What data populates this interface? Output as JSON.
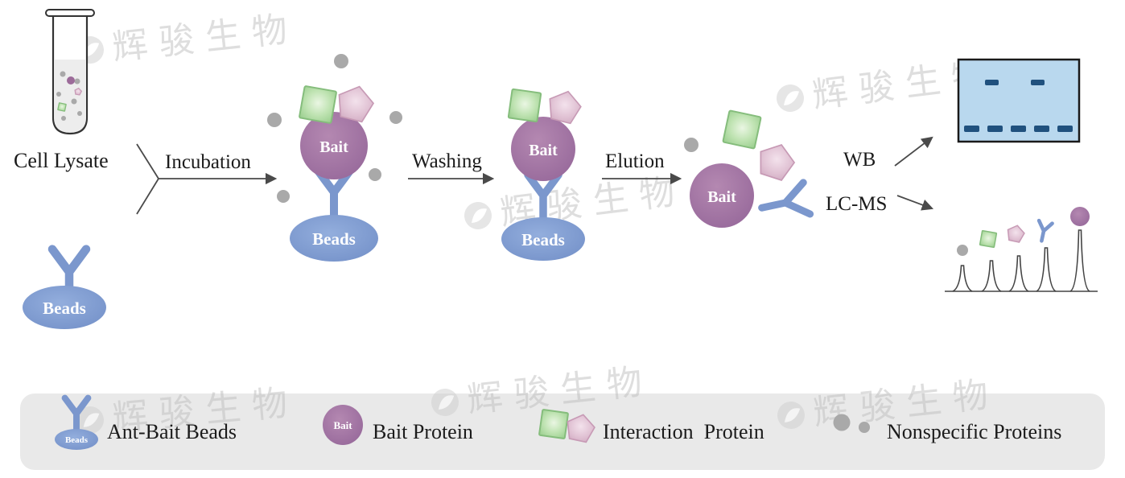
{
  "labels": {
    "cell_lysate": "Cell Lysate",
    "incubation": "Incubation",
    "washing": "Washing",
    "elution": "Elution",
    "wb": "WB",
    "lc_ms": "LC-MS",
    "bait": "Bait",
    "beads": "Beads"
  },
  "legend": {
    "items": [
      {
        "icon": "antibody-beads-icon",
        "label": "Ant-Bait Beads"
      },
      {
        "icon": "bait-protein-icon",
        "label": "Bait Protein"
      },
      {
        "icon": "interaction-protein-icon",
        "label": "Interaction  Protein"
      },
      {
        "icon": "nonspecific-proteins-icon",
        "label": "Nonspecific Proteins"
      }
    ]
  },
  "watermark": {
    "logo": "huijun-biotech-logo",
    "text": "辉骏生物"
  },
  "colors": {
    "antibody_beads_blue": "#7b97cd",
    "bait_purple": "#9c6b99",
    "interaction_green": "#a9d59c",
    "interaction_pink": "#d9b9cb",
    "nonspecific_gray": "#a9a9a9",
    "gel_fill": "#b9d8ee",
    "gel_band_blue": "#20517e",
    "legend_background": "#e9e9e9",
    "arrow_gray": "#4a4a4a",
    "watermark_gray": "#bfbfbf"
  }
}
